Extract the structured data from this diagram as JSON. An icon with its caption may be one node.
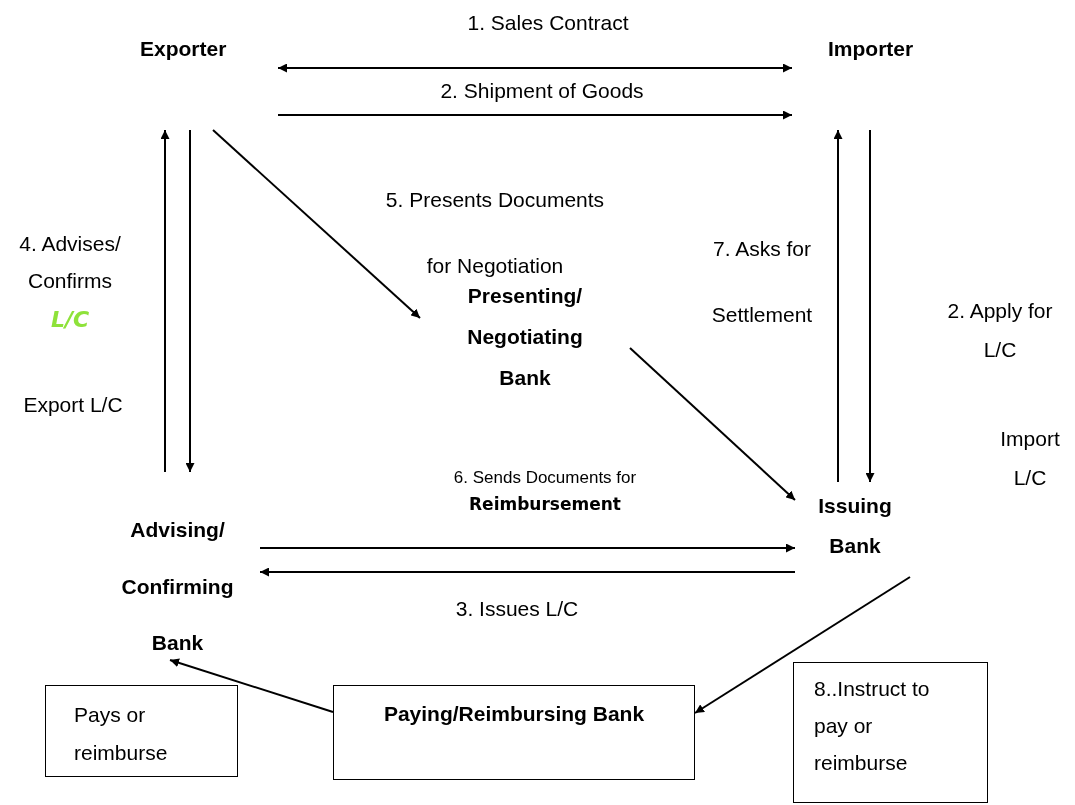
{
  "diagram": {
    "nodes": [
      {
        "text": [
          "Exporter"
        ]
      },
      {
        "text": [
          "Importer"
        ]
      },
      {
        "text": [
          "Presenting/ Negotiating Bank"
        ]
      },
      {
        "text": [
          "Issuing Bank"
        ]
      },
      {
        "text": [
          "Advising/ Confirming Bank"
        ]
      },
      {
        "text": [
          "Paying/Reimbursing Bank"
        ]
      },
      {
        "text": [
          "Pays or reimburse"
        ]
      },
      {
        "text": [
          "8..Instruct to pay or reimburse"
        ]
      }
    ],
    "edges": [
      {
        "from": 0,
        "to": 1,
        "arrow": "both",
        "label": "1. Sales Contract"
      },
      {
        "from": 0,
        "to": 1,
        "arrow": "to",
        "label": "2. Shipment of Goods"
      },
      {
        "from": 0,
        "to": 2,
        "arrow": "to",
        "label": "5. Presents Documents for Negotiation"
      },
      {
        "from": 1,
        "to": 3,
        "arrow": "to",
        "label": "2. Apply for L/C"
      },
      {
        "from": 3,
        "to": 1,
        "arrow": "to",
        "label": "7. Asks for Settlement"
      },
      {
        "from": 4,
        "to": 0,
        "arrow": "to",
        "label": "4. Advises/ Confirms"
      },
      {
        "from": 0,
        "to": 4,
        "arrow": "to"
      },
      {
        "from": 2,
        "to": 3,
        "arrow": "to"
      },
      {
        "from": 4,
        "to": 3,
        "arrow": "to",
        "label": "6. Sends Documents for **Reimbursement**"
      },
      {
        "from": 3,
        "to": 4,
        "arrow": "to",
        "label": "3. Issues L/C"
      },
      {
        "from": 3,
        "to": 5,
        "arrow": "to"
      },
      {
        "from": 5,
        "to": 4,
        "arrow": "to"
      }
    ],
    "labels": [
      "L/C",
      "Export L/C",
      "Import L/C"
    ]
  }
}
